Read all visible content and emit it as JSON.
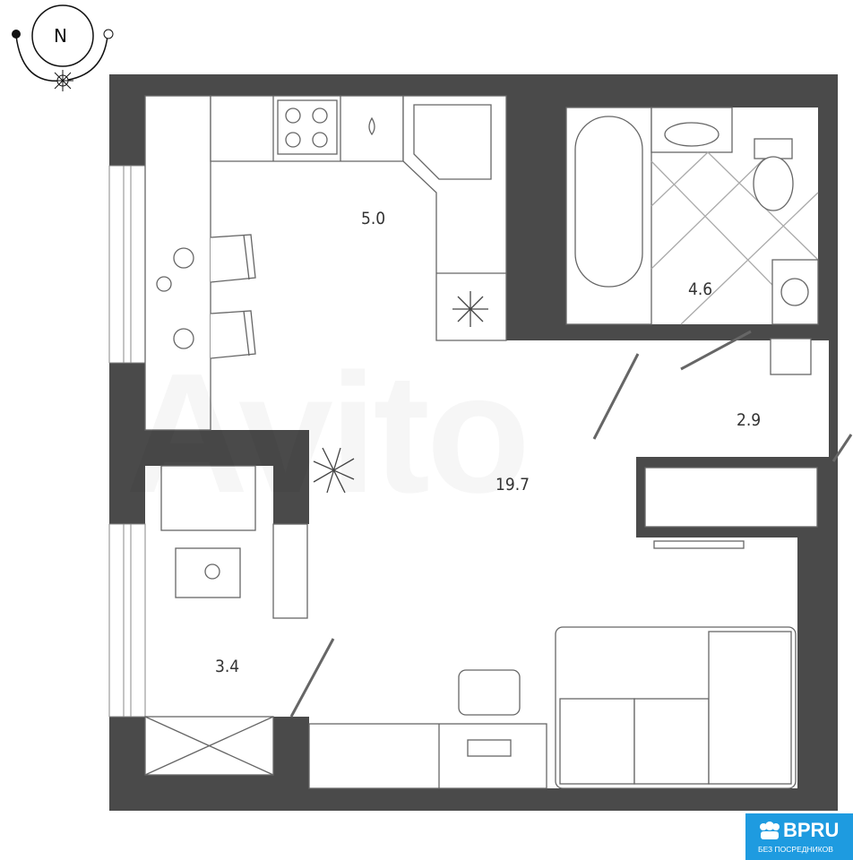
{
  "compass": {
    "label": "N"
  },
  "rooms": [
    {
      "name": "kitchen",
      "area": "5.0"
    },
    {
      "name": "bathroom",
      "area": "4.6"
    },
    {
      "name": "hallway",
      "area": "2.9"
    },
    {
      "name": "living-room",
      "area": "19.7"
    },
    {
      "name": "entry",
      "area": "3.4"
    }
  ],
  "watermark": "Avito",
  "logo": {
    "title": "BPRU",
    "subtitle": "БЕЗ ПОСРЕДНИКОВ"
  },
  "colors": {
    "wall": "#4a4a4a",
    "line": "#666666",
    "logo_bg": "#1e9be0"
  }
}
